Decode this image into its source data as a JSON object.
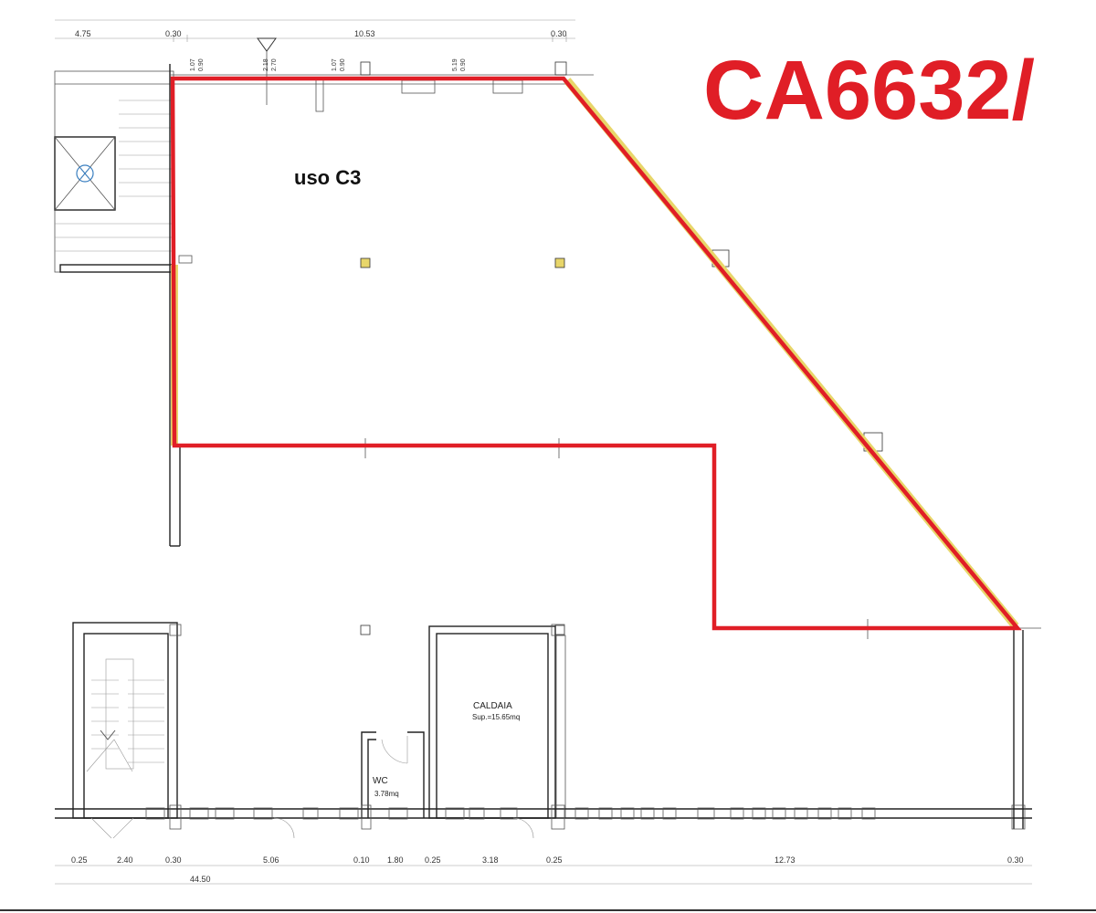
{
  "code_stamp": "CA6632/",
  "plan": {
    "use_label": "uso C3",
    "outline_color": "#e01e26",
    "highlight_color": "#e8d66a"
  },
  "top_dimensions": [
    "4.75",
    "0.30",
    "10.53",
    "0.30"
  ],
  "top_vertical_dims": [
    "1.07",
    "0.90",
    "2.18",
    "2.70",
    "1.07",
    "0.90",
    "5.19",
    "0.90"
  ],
  "rooms": {
    "caldaia": {
      "name": "CALDAIA",
      "area": "Sup.=15.65mq"
    },
    "wc": {
      "name": "WC",
      "area": "3.78mq"
    }
  },
  "bottom_dimensions": [
    "0.25",
    "2.40",
    "0.30",
    "5.06",
    "0.10",
    "1.80",
    "0.25",
    "3.18",
    "0.25",
    "12.73",
    "0.30"
  ],
  "bottom_total": "44.50"
}
